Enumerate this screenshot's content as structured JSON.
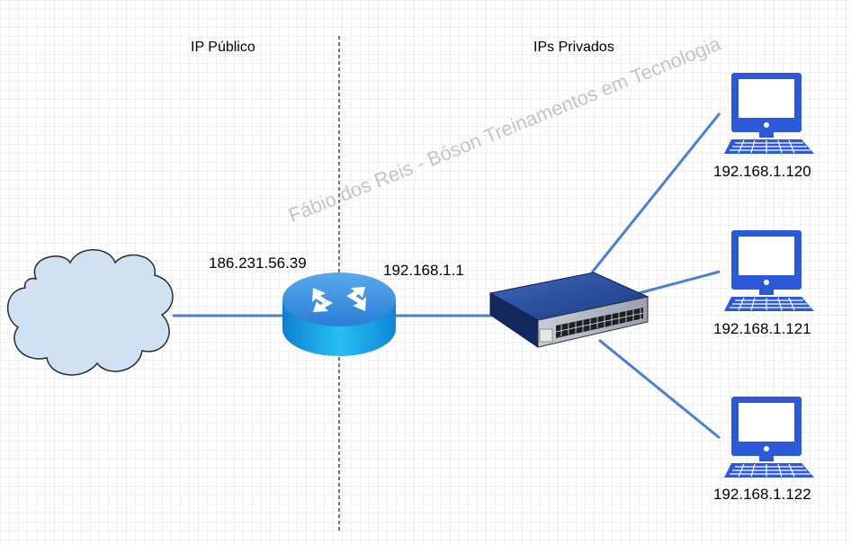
{
  "regions": {
    "public_label": "IP Público",
    "private_label": "IPs Privados"
  },
  "router": {
    "wan_ip": "186.231.56.39",
    "lan_ip": "192.168.1.1"
  },
  "hosts": [
    {
      "ip": "192.168.1.120"
    },
    {
      "ip": "192.168.1.121"
    },
    {
      "ip": "192.168.1.122"
    }
  ],
  "watermark": "Fábio dos Reis - Bóson Treinamentos em Tecnologia",
  "colors": {
    "link": "#4a7fd6",
    "computer": "#2b59d8",
    "cloud_fill": "#cfe1f3",
    "router_top": "#3f9be8",
    "router_side": "#1aa3e8",
    "switch_body": "#1e3b8a"
  },
  "icons": {
    "cloud": "internet-cloud-icon",
    "router": "router-icon",
    "switch": "switch-icon",
    "computer": "desktop-computer-icon"
  }
}
